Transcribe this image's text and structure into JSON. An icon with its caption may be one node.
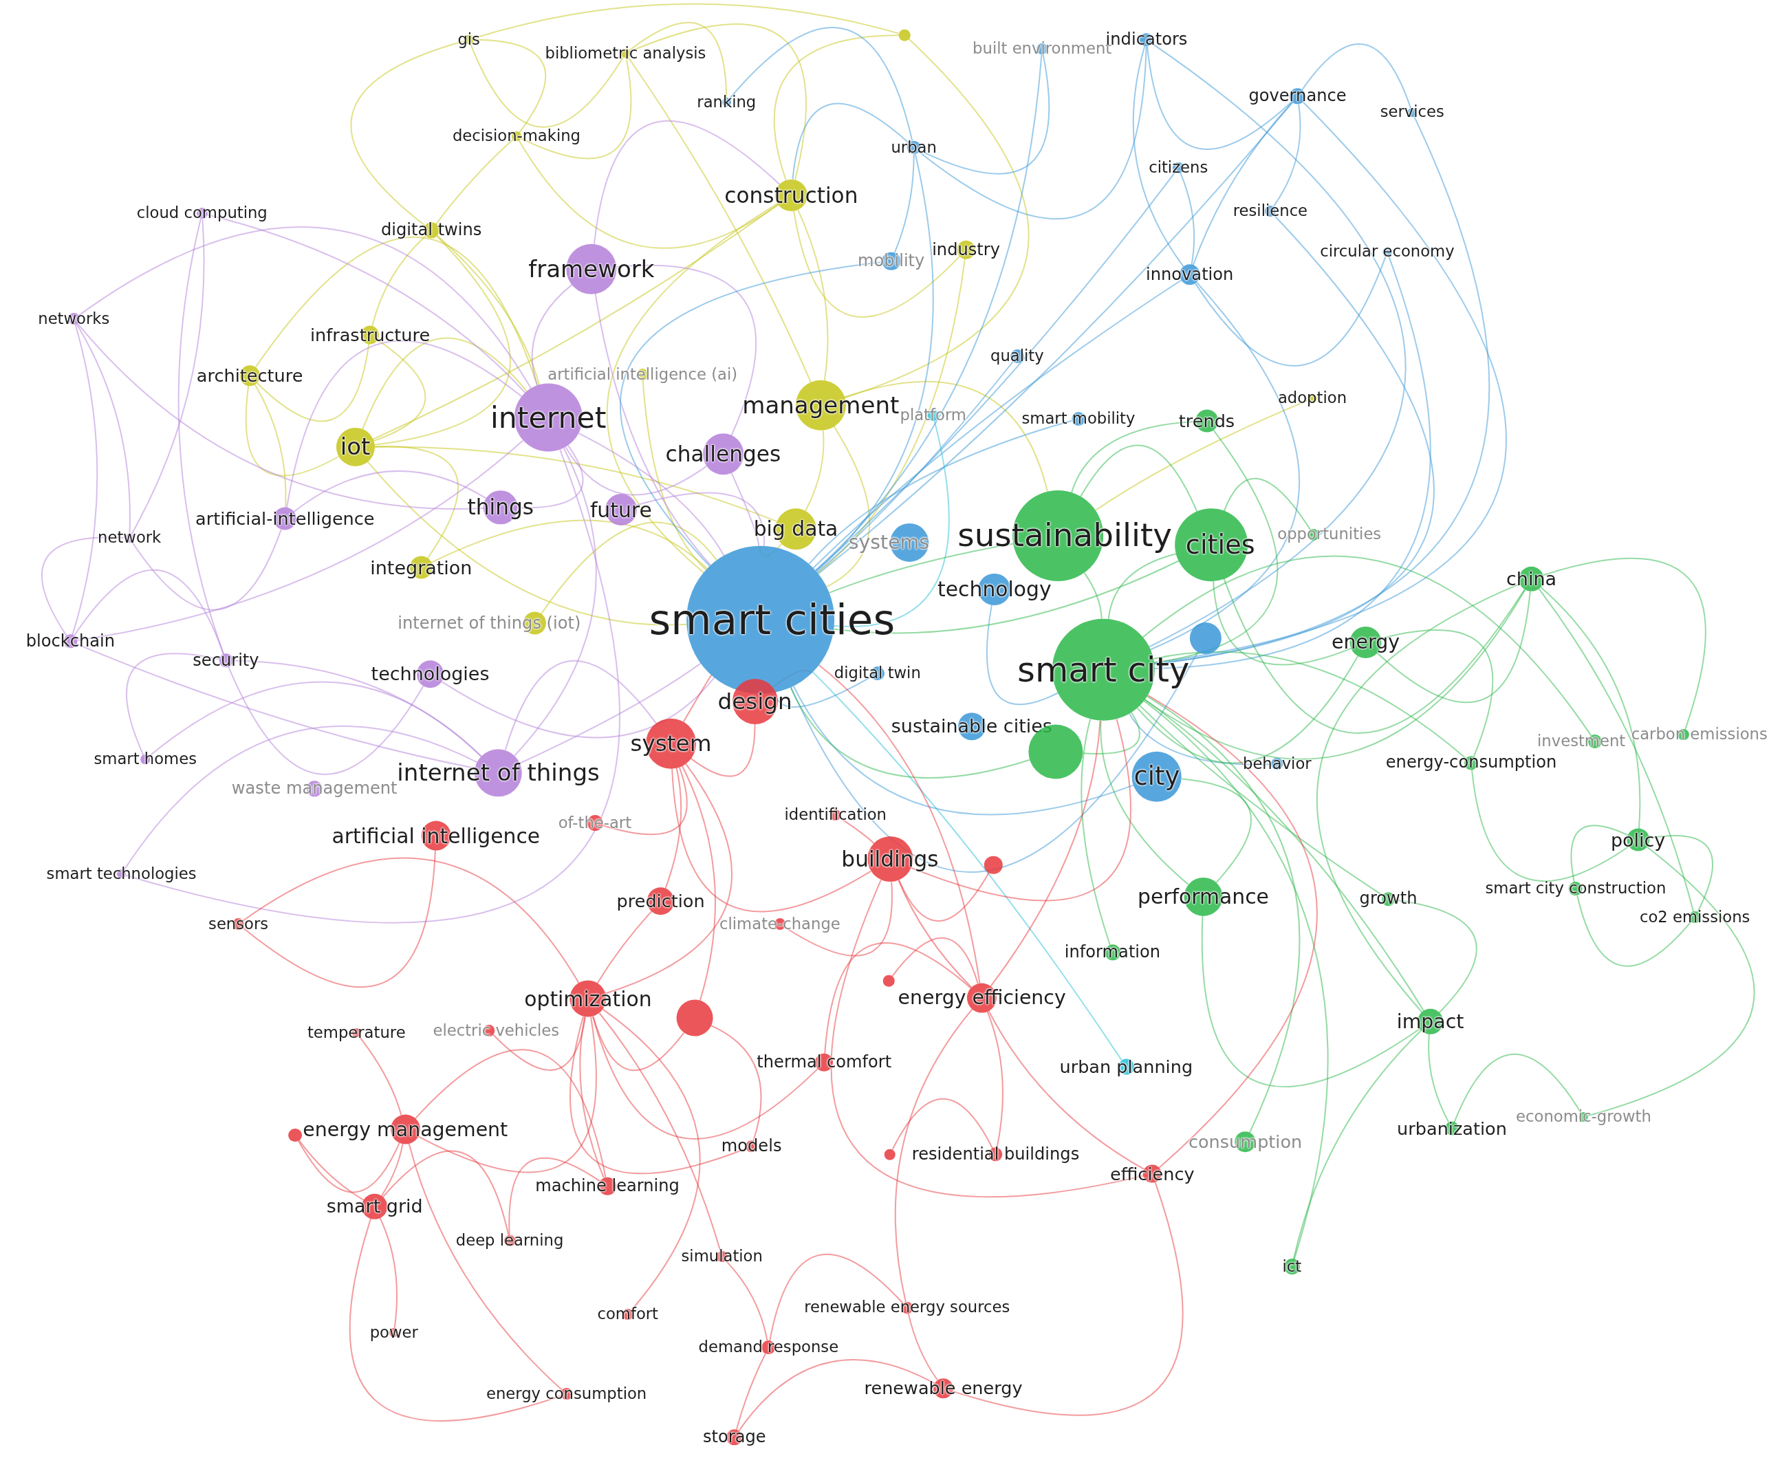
{
  "diagram": {
    "nodes": [
      {
        "text": [
          "gis"
        ]
      },
      {
        "text": [
          "bibliometric analysis"
        ]
      },
      {
        "text": [
          "ranking"
        ]
      },
      {
        "text": [
          "decision-making"
        ]
      },
      {
        "text": [],
        "shape": "circle"
      },
      {
        "text": [
          "built environment"
        ]
      },
      {
        "text": [
          "indicators"
        ]
      },
      {
        "text": [
          "governance"
        ]
      },
      {
        "text": [
          "services"
        ]
      },
      {
        "text": [
          "urban"
        ]
      },
      {
        "text": [
          "citizens"
        ]
      },
      {
        "text": [
          "cloud computing"
        ]
      },
      {
        "text": [
          "construction"
        ]
      },
      {
        "text": [
          "resilience"
        ]
      },
      {
        "text": [
          "digital twins"
        ]
      },
      {
        "text": [
          "circular economy"
        ]
      },
      {
        "text": [
          "framework"
        ]
      },
      {
        "text": [
          "mobility"
        ]
      },
      {
        "text": [
          "industry"
        ]
      },
      {
        "text": [
          "innovation"
        ]
      },
      {
        "text": [
          "networks"
        ]
      },
      {
        "text": [
          "infrastructure"
        ]
      },
      {
        "text": [
          "architecture"
        ]
      },
      {
        "text": [
          "artificial intelligence (ai)"
        ]
      },
      {
        "text": [
          "quality"
        ]
      },
      {
        "text": [
          "adoption"
        ]
      },
      {
        "text": [
          "internet"
        ]
      },
      {
        "text": [
          "management"
        ]
      },
      {
        "text": [
          "platform"
        ]
      },
      {
        "text": [
          "smart mobility"
        ]
      },
      {
        "text": [
          "trends"
        ]
      },
      {
        "text": [
          "iot"
        ]
      },
      {
        "text": [
          "challenges"
        ]
      },
      {
        "text": [
          "things"
        ]
      },
      {
        "text": [
          "future"
        ]
      },
      {
        "text": [
          "artificial-intelligence"
        ]
      },
      {
        "text": [
          "network"
        ]
      },
      {
        "text": [
          "big data"
        ]
      },
      {
        "text": [
          "systems"
        ]
      },
      {
        "text": [
          "sustainability"
        ]
      },
      {
        "text": [
          "cities"
        ]
      },
      {
        "text": [
          "opportunities"
        ]
      },
      {
        "text": [
          "integration"
        ]
      },
      {
        "text": [
          "technology"
        ]
      },
      {
        "text": [
          "china"
        ]
      },
      {
        "text": [
          "internet of things (iot)"
        ]
      },
      {
        "text": [
          "smart cities"
        ]
      },
      {
        "text": [
          "blockchain"
        ]
      },
      {
        "text": [
          "security"
        ]
      },
      {
        "text": [
          "technologies"
        ]
      },
      {
        "text": [
          "energy"
        ]
      },
      {
        "text": [
          "smart city"
        ]
      },
      {
        "text": [],
        "shape": "circle"
      },
      {
        "text": [
          "digital twin"
        ]
      },
      {
        "text": [
          "design"
        ]
      },
      {
        "text": [
          "sustainable cities"
        ]
      },
      {
        "text": [],
        "shape": "circle"
      },
      {
        "text": [
          "smart homes"
        ]
      },
      {
        "text": [
          "system"
        ]
      },
      {
        "text": [
          "investment"
        ]
      },
      {
        "text": [
          "carbon emissions"
        ]
      },
      {
        "text": [
          "waste management"
        ]
      },
      {
        "text": [
          "internet of things"
        ]
      },
      {
        "text": [
          "city"
        ]
      },
      {
        "text": [
          "behavior"
        ]
      },
      {
        "text": [
          "energy-consumption"
        ]
      },
      {
        "text": [
          "of-the-art"
        ]
      },
      {
        "text": [
          "identification"
        ]
      },
      {
        "text": [
          "artificial intelligence"
        ]
      },
      {
        "text": [
          "policy"
        ]
      },
      {
        "text": [
          "buildings"
        ]
      },
      {
        "text": [],
        "shape": "circle"
      },
      {
        "text": [
          "smart technologies"
        ]
      },
      {
        "text": [
          "performance"
        ]
      },
      {
        "text": [
          "growth"
        ]
      },
      {
        "text": [
          "smart city construction"
        ]
      },
      {
        "text": [
          "co2 emissions"
        ]
      },
      {
        "text": [
          "sensors"
        ]
      },
      {
        "text": [
          "prediction"
        ]
      },
      {
        "text": [
          "climate-change"
        ]
      },
      {
        "text": [
          "information"
        ]
      },
      {
        "text": [],
        "shape": "circle"
      },
      {
        "text": [
          "energy efficiency"
        ]
      },
      {
        "text": [
          "optimization"
        ]
      },
      {
        "text": [],
        "shape": "circle"
      },
      {
        "text": [
          "temperature"
        ]
      },
      {
        "text": [
          "electric vehicles"
        ]
      },
      {
        "text": [
          "impact"
        ]
      },
      {
        "text": [
          "thermal comfort"
        ]
      },
      {
        "text": [
          "urban planning"
        ]
      },
      {
        "text": [
          "energy management"
        ]
      },
      {
        "text": [],
        "shape": "circle"
      },
      {
        "text": [
          "urbanization"
        ]
      },
      {
        "text": [
          "economic-growth"
        ]
      },
      {
        "text": [
          "consumption"
        ]
      },
      {
        "text": [
          "models"
        ]
      },
      {
        "text": [],
        "shape": "circle"
      },
      {
        "text": [
          "residential buildings"
        ]
      },
      {
        "text": [
          "efficiency"
        ]
      },
      {
        "text": [
          "smart grid"
        ]
      },
      {
        "text": [
          "machine learning"
        ]
      },
      {
        "text": [
          "deep learning"
        ]
      },
      {
        "text": [
          "simulation"
        ]
      },
      {
        "text": [
          "ict"
        ]
      },
      {
        "text": [
          "renewable energy sources"
        ]
      },
      {
        "text": [
          "comfort"
        ]
      },
      {
        "text": [
          "power"
        ]
      },
      {
        "text": [
          "demand response"
        ]
      },
      {
        "text": [
          "energy consumption"
        ]
      },
      {
        "text": [
          "renewable energy"
        ]
      },
      {
        "text": [
          "storage"
        ]
      }
    ],
    "edges": [
      {
        "from": 0,
        "to": 1,
        "arrow": "none",
        "color": "#c6c617"
      },
      {
        "from": 0,
        "to": 3,
        "arrow": "none",
        "color": "#c6c617"
      },
      {
        "from": 0,
        "to": 14,
        "arrow": "none",
        "color": "#c6c617"
      },
      {
        "from": 1,
        "to": 3,
        "arrow": "none",
        "color": "#c6c617"
      },
      {
        "from": 1,
        "to": 12,
        "arrow": "none",
        "color": "#c6c617"
      },
      {
        "from": 1,
        "to": 2,
        "arrow": "none",
        "color": "#c6c617"
      },
      {
        "from": 1,
        "to": 27,
        "arrow": "none",
        "color": "#c6c617"
      },
      {
        "from": 3,
        "to": 14,
        "arrow": "none",
        "color": "#c6c617"
      },
      {
        "from": 3,
        "to": 12,
        "arrow": "none",
        "color": "#c6c617"
      },
      {
        "from": 4,
        "to": 12,
        "arrow": "none",
        "color": "#c6c617"
      },
      {
        "from": 4,
        "to": 27,
        "arrow": "none",
        "color": "#c6c617"
      },
      {
        "from": 4,
        "to": 0,
        "arrow": "none",
        "color": "#c6c617"
      },
      {
        "from": 12,
        "to": 27,
        "arrow": "none",
        "color": "#c6c617"
      },
      {
        "from": 12,
        "to": 46,
        "arrow": "none",
        "color": "#c6c617"
      },
      {
        "from": 12,
        "to": 31,
        "arrow": "none",
        "color": "#c6c617"
      },
      {
        "from": 14,
        "to": 21,
        "arrow": "none",
        "color": "#c6c617"
      },
      {
        "from": 14,
        "to": 31,
        "arrow": "none",
        "color": "#c6c617"
      },
      {
        "from": 14,
        "to": 26,
        "arrow": "none",
        "color": "#c6c617"
      },
      {
        "from": 21,
        "to": 22,
        "arrow": "none",
        "color": "#c6c617"
      },
      {
        "from": 21,
        "to": 31,
        "arrow": "none",
        "color": "#c6c617"
      },
      {
        "from": 22,
        "to": 31,
        "arrow": "none",
        "color": "#c6c617"
      },
      {
        "from": 22,
        "to": 26,
        "arrow": "none",
        "color": "#c6c617"
      },
      {
        "from": 31,
        "to": 26,
        "arrow": "none",
        "color": "#c6c617"
      },
      {
        "from": 31,
        "to": 42,
        "arrow": "none",
        "color": "#c6c617"
      },
      {
        "from": 31,
        "to": 46,
        "arrow": "none",
        "color": "#c6c617"
      },
      {
        "from": 31,
        "to": 37,
        "arrow": "none",
        "color": "#c6c617"
      },
      {
        "from": 27,
        "to": 46,
        "arrow": "none",
        "color": "#c6c617"
      },
      {
        "from": 27,
        "to": 37,
        "arrow": "none",
        "color": "#c6c617"
      },
      {
        "from": 27,
        "to": 39,
        "arrow": "none",
        "color": "#c6c617"
      },
      {
        "from": 37,
        "to": 46,
        "arrow": "none",
        "color": "#c6c617"
      },
      {
        "from": 42,
        "to": 46,
        "arrow": "none",
        "color": "#c6c617"
      },
      {
        "from": 45,
        "to": 46,
        "arrow": "none",
        "color": "#c6c617"
      },
      {
        "from": 23,
        "to": 46,
        "arrow": "none",
        "color": "#c6c617"
      },
      {
        "from": 18,
        "to": 46,
        "arrow": "none",
        "color": "#c6c617"
      },
      {
        "from": 18,
        "to": 12,
        "arrow": "none",
        "color": "#c6c617"
      },
      {
        "from": 25,
        "to": 39,
        "arrow": "none",
        "color": "#c6c617"
      },
      {
        "from": 22,
        "to": 35,
        "arrow": "none",
        "color": "#c6c617"
      },
      {
        "from": 11,
        "to": 26,
        "arrow": "none",
        "color": "#b47fd9"
      },
      {
        "from": 11,
        "to": 36,
        "arrow": "none",
        "color": "#b47fd9"
      },
      {
        "from": 11,
        "to": 48,
        "arrow": "none",
        "color": "#b47fd9"
      },
      {
        "from": 20,
        "to": 36,
        "arrow": "none",
        "color": "#b47fd9"
      },
      {
        "from": 20,
        "to": 47,
        "arrow": "none",
        "color": "#b47fd9"
      },
      {
        "from": 20,
        "to": 26,
        "arrow": "none",
        "color": "#b47fd9"
      },
      {
        "from": 20,
        "to": 33,
        "arrow": "none",
        "color": "#b47fd9"
      },
      {
        "from": 36,
        "to": 47,
        "arrow": "none",
        "color": "#b47fd9"
      },
      {
        "from": 36,
        "to": 35,
        "arrow": "none",
        "color": "#b47fd9"
      },
      {
        "from": 47,
        "to": 48,
        "arrow": "none",
        "color": "#b47fd9"
      },
      {
        "from": 47,
        "to": 62,
        "arrow": "none",
        "color": "#b47fd9"
      },
      {
        "from": 47,
        "to": 26,
        "arrow": "none",
        "color": "#b47fd9"
      },
      {
        "from": 48,
        "to": 49,
        "arrow": "none",
        "color": "#b47fd9"
      },
      {
        "from": 48,
        "to": 62,
        "arrow": "none",
        "color": "#b47fd9"
      },
      {
        "from": 57,
        "to": 48,
        "arrow": "none",
        "color": "#b47fd9"
      },
      {
        "from": 57,
        "to": 62,
        "arrow": "none",
        "color": "#b47fd9"
      },
      {
        "from": 72,
        "to": 62,
        "arrow": "none",
        "color": "#b47fd9"
      },
      {
        "from": 72,
        "to": 26,
        "arrow": "none",
        "color": "#b47fd9"
      },
      {
        "from": 35,
        "to": 26,
        "arrow": "none",
        "color": "#b47fd9"
      },
      {
        "from": 35,
        "to": 33,
        "arrow": "none",
        "color": "#b47fd9"
      },
      {
        "from": 26,
        "to": 33,
        "arrow": "none",
        "color": "#b47fd9"
      },
      {
        "from": 26,
        "to": 16,
        "arrow": "none",
        "color": "#b47fd9"
      },
      {
        "from": 26,
        "to": 46,
        "arrow": "none",
        "color": "#b47fd9"
      },
      {
        "from": 26,
        "to": 32,
        "arrow": "none",
        "color": "#b47fd9"
      },
      {
        "from": 26,
        "to": 62,
        "arrow": "none",
        "color": "#b47fd9"
      },
      {
        "from": 16,
        "to": 46,
        "arrow": "none",
        "color": "#b47fd9"
      },
      {
        "from": 16,
        "to": 12,
        "arrow": "none",
        "color": "#b47fd9"
      },
      {
        "from": 16,
        "to": 32,
        "arrow": "none",
        "color": "#b47fd9"
      },
      {
        "from": 32,
        "to": 46,
        "arrow": "none",
        "color": "#b47fd9"
      },
      {
        "from": 34,
        "to": 46,
        "arrow": "none",
        "color": "#b47fd9"
      },
      {
        "from": 49,
        "to": 46,
        "arrow": "none",
        "color": "#b47fd9"
      },
      {
        "from": 62,
        "to": 46,
        "arrow": "none",
        "color": "#b47fd9"
      },
      {
        "from": 62,
        "to": 58,
        "arrow": "none",
        "color": "#b47fd9"
      },
      {
        "from": 6,
        "to": 19,
        "arrow": "none",
        "color": "#3a98d8"
      },
      {
        "from": 6,
        "to": 51,
        "arrow": "none",
        "color": "#3a98d8"
      },
      {
        "from": 6,
        "to": 9,
        "arrow": "none",
        "color": "#3a98d8"
      },
      {
        "from": 6,
        "to": 7,
        "arrow": "none",
        "color": "#3a98d8"
      },
      {
        "from": 5,
        "to": 9,
        "arrow": "none",
        "color": "#3a98d8"
      },
      {
        "from": 5,
        "to": 46,
        "arrow": "none",
        "color": "#3a98d8"
      },
      {
        "from": 7,
        "to": 8,
        "arrow": "none",
        "color": "#3a98d8"
      },
      {
        "from": 7,
        "to": 19,
        "arrow": "none",
        "color": "#3a98d8"
      },
      {
        "from": 7,
        "to": 51,
        "arrow": "none",
        "color": "#3a98d8"
      },
      {
        "from": 7,
        "to": 46,
        "arrow": "none",
        "color": "#3a98d8"
      },
      {
        "from": 8,
        "to": 51,
        "arrow": "none",
        "color": "#3a98d8"
      },
      {
        "from": 10,
        "to": 46,
        "arrow": "none",
        "color": "#3a98d8"
      },
      {
        "from": 10,
        "to": 19,
        "arrow": "none",
        "color": "#3a98d8"
      },
      {
        "from": 13,
        "to": 51,
        "arrow": "none",
        "color": "#3a98d8"
      },
      {
        "from": 13,
        "to": 7,
        "arrow": "none",
        "color": "#3a98d8"
      },
      {
        "from": 15,
        "to": 19,
        "arrow": "none",
        "color": "#3a98d8"
      },
      {
        "from": 15,
        "to": 51,
        "arrow": "none",
        "color": "#3a98d8"
      },
      {
        "from": 9,
        "to": 46,
        "arrow": "none",
        "color": "#3a98d8"
      },
      {
        "from": 9,
        "to": 17,
        "arrow": "none",
        "color": "#3a98d8"
      },
      {
        "from": 17,
        "to": 46,
        "arrow": "none",
        "color": "#3a98d8"
      },
      {
        "from": 2,
        "to": 9,
        "arrow": "none",
        "color": "#3a98d8"
      },
      {
        "from": 24,
        "to": 46,
        "arrow": "none",
        "color": "#3a98d8"
      },
      {
        "from": 19,
        "to": 46,
        "arrow": "none",
        "color": "#3a98d8"
      },
      {
        "from": 19,
        "to": 51,
        "arrow": "none",
        "color": "#3a98d8"
      },
      {
        "from": 29,
        "to": 46,
        "arrow": "none",
        "color": "#3a98d8"
      },
      {
        "from": 28,
        "to": 46,
        "arrow": "none",
        "color": "#26bfd8"
      },
      {
        "from": 43,
        "to": 51,
        "arrow": "none",
        "color": "#3a98d8"
      },
      {
        "from": 63,
        "to": 46,
        "arrow": "none",
        "color": "#3a98d8"
      },
      {
        "from": 64,
        "to": 51,
        "arrow": "none",
        "color": "#3a98d8"
      },
      {
        "from": 53,
        "to": 46,
        "arrow": "none",
        "color": "#3a98d8"
      },
      {
        "from": 52,
        "to": 46,
        "arrow": "none",
        "color": "#3a98d8"
      },
      {
        "from": 89,
        "to": 46,
        "arrow": "none",
        "color": "#26bfd8"
      },
      {
        "from": 9,
        "to": 12,
        "arrow": "none",
        "color": "#3a98d8"
      },
      {
        "from": 39,
        "to": 46,
        "arrow": "none",
        "color": "#2cb84a"
      },
      {
        "from": 39,
        "to": 51,
        "arrow": "none",
        "color": "#2cb84a"
      },
      {
        "from": 40,
        "to": 46,
        "arrow": "none",
        "color": "#2cb84a"
      },
      {
        "from": 40,
        "to": 51,
        "arrow": "none",
        "color": "#2cb84a"
      },
      {
        "from": 39,
        "to": 40,
        "arrow": "none",
        "color": "#2cb84a"
      },
      {
        "from": 41,
        "to": 40,
        "arrow": "none",
        "color": "#2cb84a"
      },
      {
        "from": 44,
        "to": 40,
        "arrow": "none",
        "color": "#2cb84a"
      },
      {
        "from": 44,
        "to": 50,
        "arrow": "none",
        "color": "#2cb84a"
      },
      {
        "from": 44,
        "to": 69,
        "arrow": "none",
        "color": "#2cb84a"
      },
      {
        "from": 44,
        "to": 51,
        "arrow": "none",
        "color": "#2cb84a"
      },
      {
        "from": 50,
        "to": 51,
        "arrow": "none",
        "color": "#2cb84a"
      },
      {
        "from": 50,
        "to": 40,
        "arrow": "none",
        "color": "#2cb84a"
      },
      {
        "from": 59,
        "to": 51,
        "arrow": "none",
        "color": "#2cb84a"
      },
      {
        "from": 60,
        "to": 44,
        "arrow": "none",
        "color": "#2cb84a"
      },
      {
        "from": 65,
        "to": 51,
        "arrow": "none",
        "color": "#2cb84a"
      },
      {
        "from": 65,
        "to": 69,
        "arrow": "none",
        "color": "#2cb84a"
      },
      {
        "from": 69,
        "to": 75,
        "arrow": "none",
        "color": "#2cb84a"
      },
      {
        "from": 75,
        "to": 76,
        "arrow": "none",
        "color": "#2cb84a"
      },
      {
        "from": 76,
        "to": 44,
        "arrow": "none",
        "color": "#2cb84a"
      },
      {
        "from": 69,
        "to": 76,
        "arrow": "none",
        "color": "#2cb84a"
      },
      {
        "from": 73,
        "to": 51,
        "arrow": "none",
        "color": "#2cb84a"
      },
      {
        "from": 73,
        "to": 63,
        "arrow": "none",
        "color": "#2cb84a"
      },
      {
        "from": 74,
        "to": 51,
        "arrow": "none",
        "color": "#2cb84a"
      },
      {
        "from": 87,
        "to": 51,
        "arrow": "none",
        "color": "#2cb84a"
      },
      {
        "from": 87,
        "to": 92,
        "arrow": "none",
        "color": "#2cb84a"
      },
      {
        "from": 87,
        "to": 73,
        "arrow": "none",
        "color": "#2cb84a"
      },
      {
        "from": 92,
        "to": 93,
        "arrow": "none",
        "color": "#2cb84a"
      },
      {
        "from": 93,
        "to": 69,
        "arrow": "none",
        "color": "#2cb84a"
      },
      {
        "from": 94,
        "to": 51,
        "arrow": "none",
        "color": "#2cb84a"
      },
      {
        "from": 103,
        "to": 87,
        "arrow": "none",
        "color": "#2cb84a"
      },
      {
        "from": 103,
        "to": 51,
        "arrow": "none",
        "color": "#2cb84a"
      },
      {
        "from": 80,
        "to": 51,
        "arrow": "none",
        "color": "#2cb84a"
      },
      {
        "from": 30,
        "to": 39,
        "arrow": "none",
        "color": "#2cb84a"
      },
      {
        "from": 30,
        "to": 51,
        "arrow": "none",
        "color": "#2cb84a"
      },
      {
        "from": 56,
        "to": 51,
        "arrow": "none",
        "color": "#2cb84a"
      },
      {
        "from": 56,
        "to": 46,
        "arrow": "none",
        "color": "#2cb84a"
      },
      {
        "from": 87,
        "to": 44,
        "arrow": "none",
        "color": "#2cb84a"
      },
      {
        "from": 65,
        "to": 50,
        "arrow": "none",
        "color": "#2cb84a"
      },
      {
        "from": 74,
        "to": 87,
        "arrow": "none",
        "color": "#2cb84a"
      },
      {
        "from": 54,
        "to": 46,
        "arrow": "none"
      },
      {
        "from": 58,
        "to": 46,
        "arrow": "none"
      },
      {
        "from": 58,
        "to": 54,
        "arrow": "none"
      },
      {
        "from": 70,
        "to": 58,
        "arrow": "none"
      },
      {
        "from": 83,
        "to": 58,
        "arrow": "none"
      },
      {
        "from": 83,
        "to": 90,
        "arrow": "none"
      },
      {
        "from": 90,
        "to": 99,
        "arrow": "none"
      },
      {
        "from": 99,
        "to": 106,
        "arrow": "none"
      },
      {
        "from": 99,
        "to": 101,
        "arrow": "none"
      },
      {
        "from": 90,
        "to": 91,
        "arrow": "none"
      },
      {
        "from": 91,
        "to": 99,
        "arrow": "none"
      },
      {
        "from": 77,
        "to": 68,
        "arrow": "none"
      },
      {
        "from": 77,
        "to": 83,
        "arrow": "none"
      },
      {
        "from": 85,
        "to": 90,
        "arrow": "none"
      },
      {
        "from": 86,
        "to": 83,
        "arrow": "none"
      },
      {
        "from": 78,
        "to": 58,
        "arrow": "none"
      },
      {
        "from": 78,
        "to": 83,
        "arrow": "none"
      },
      {
        "from": 79,
        "to": 70,
        "arrow": "none"
      },
      {
        "from": 82,
        "to": 70,
        "arrow": "none"
      },
      {
        "from": 82,
        "to": 46,
        "arrow": "none"
      },
      {
        "from": 82,
        "to": 98,
        "arrow": "none"
      },
      {
        "from": 88,
        "to": 82,
        "arrow": "none"
      },
      {
        "from": 88,
        "to": 83,
        "arrow": "none"
      },
      {
        "from": 95,
        "to": 83,
        "arrow": "none"
      },
      {
        "from": 100,
        "to": 83,
        "arrow": "none"
      },
      {
        "from": 100,
        "to": 90,
        "arrow": "none"
      },
      {
        "from": 101,
        "to": 100,
        "arrow": "none"
      },
      {
        "from": 102,
        "to": 83,
        "arrow": "none"
      },
      {
        "from": 105,
        "to": 83,
        "arrow": "none"
      },
      {
        "from": 107,
        "to": 104,
        "arrow": "none"
      },
      {
        "from": 109,
        "to": 104,
        "arrow": "none"
      },
      {
        "from": 109,
        "to": 98,
        "arrow": "none"
      },
      {
        "from": 110,
        "to": 109,
        "arrow": "none"
      },
      {
        "from": 110,
        "to": 107,
        "arrow": "none"
      },
      {
        "from": 108,
        "to": 99,
        "arrow": "none"
      },
      {
        "from": 108,
        "to": 90,
        "arrow": "none"
      },
      {
        "from": 67,
        "to": 70,
        "arrow": "none"
      },
      {
        "from": 66,
        "to": 58,
        "arrow": "none"
      },
      {
        "from": 71,
        "to": 70,
        "arrow": "none"
      },
      {
        "from": 81,
        "to": 82,
        "arrow": "none"
      },
      {
        "from": 84,
        "to": 58,
        "arrow": "none"
      },
      {
        "from": 84,
        "to": 83,
        "arrow": "none"
      },
      {
        "from": 96,
        "to": 97,
        "arrow": "none"
      },
      {
        "from": 97,
        "to": 82,
        "arrow": "none"
      },
      {
        "from": 98,
        "to": 51,
        "arrow": "none"
      },
      {
        "from": 98,
        "to": 70,
        "arrow": "none"
      },
      {
        "from": 104,
        "to": 82,
        "arrow": "none"
      },
      {
        "from": 102,
        "to": 107,
        "arrow": "none"
      },
      {
        "from": 95,
        "to": 84,
        "arrow": "none"
      },
      {
        "from": 82,
        "to": 51,
        "arrow": "none"
      },
      {
        "from": 70,
        "to": 51,
        "arrow": "none"
      }
    ]
  }
}
